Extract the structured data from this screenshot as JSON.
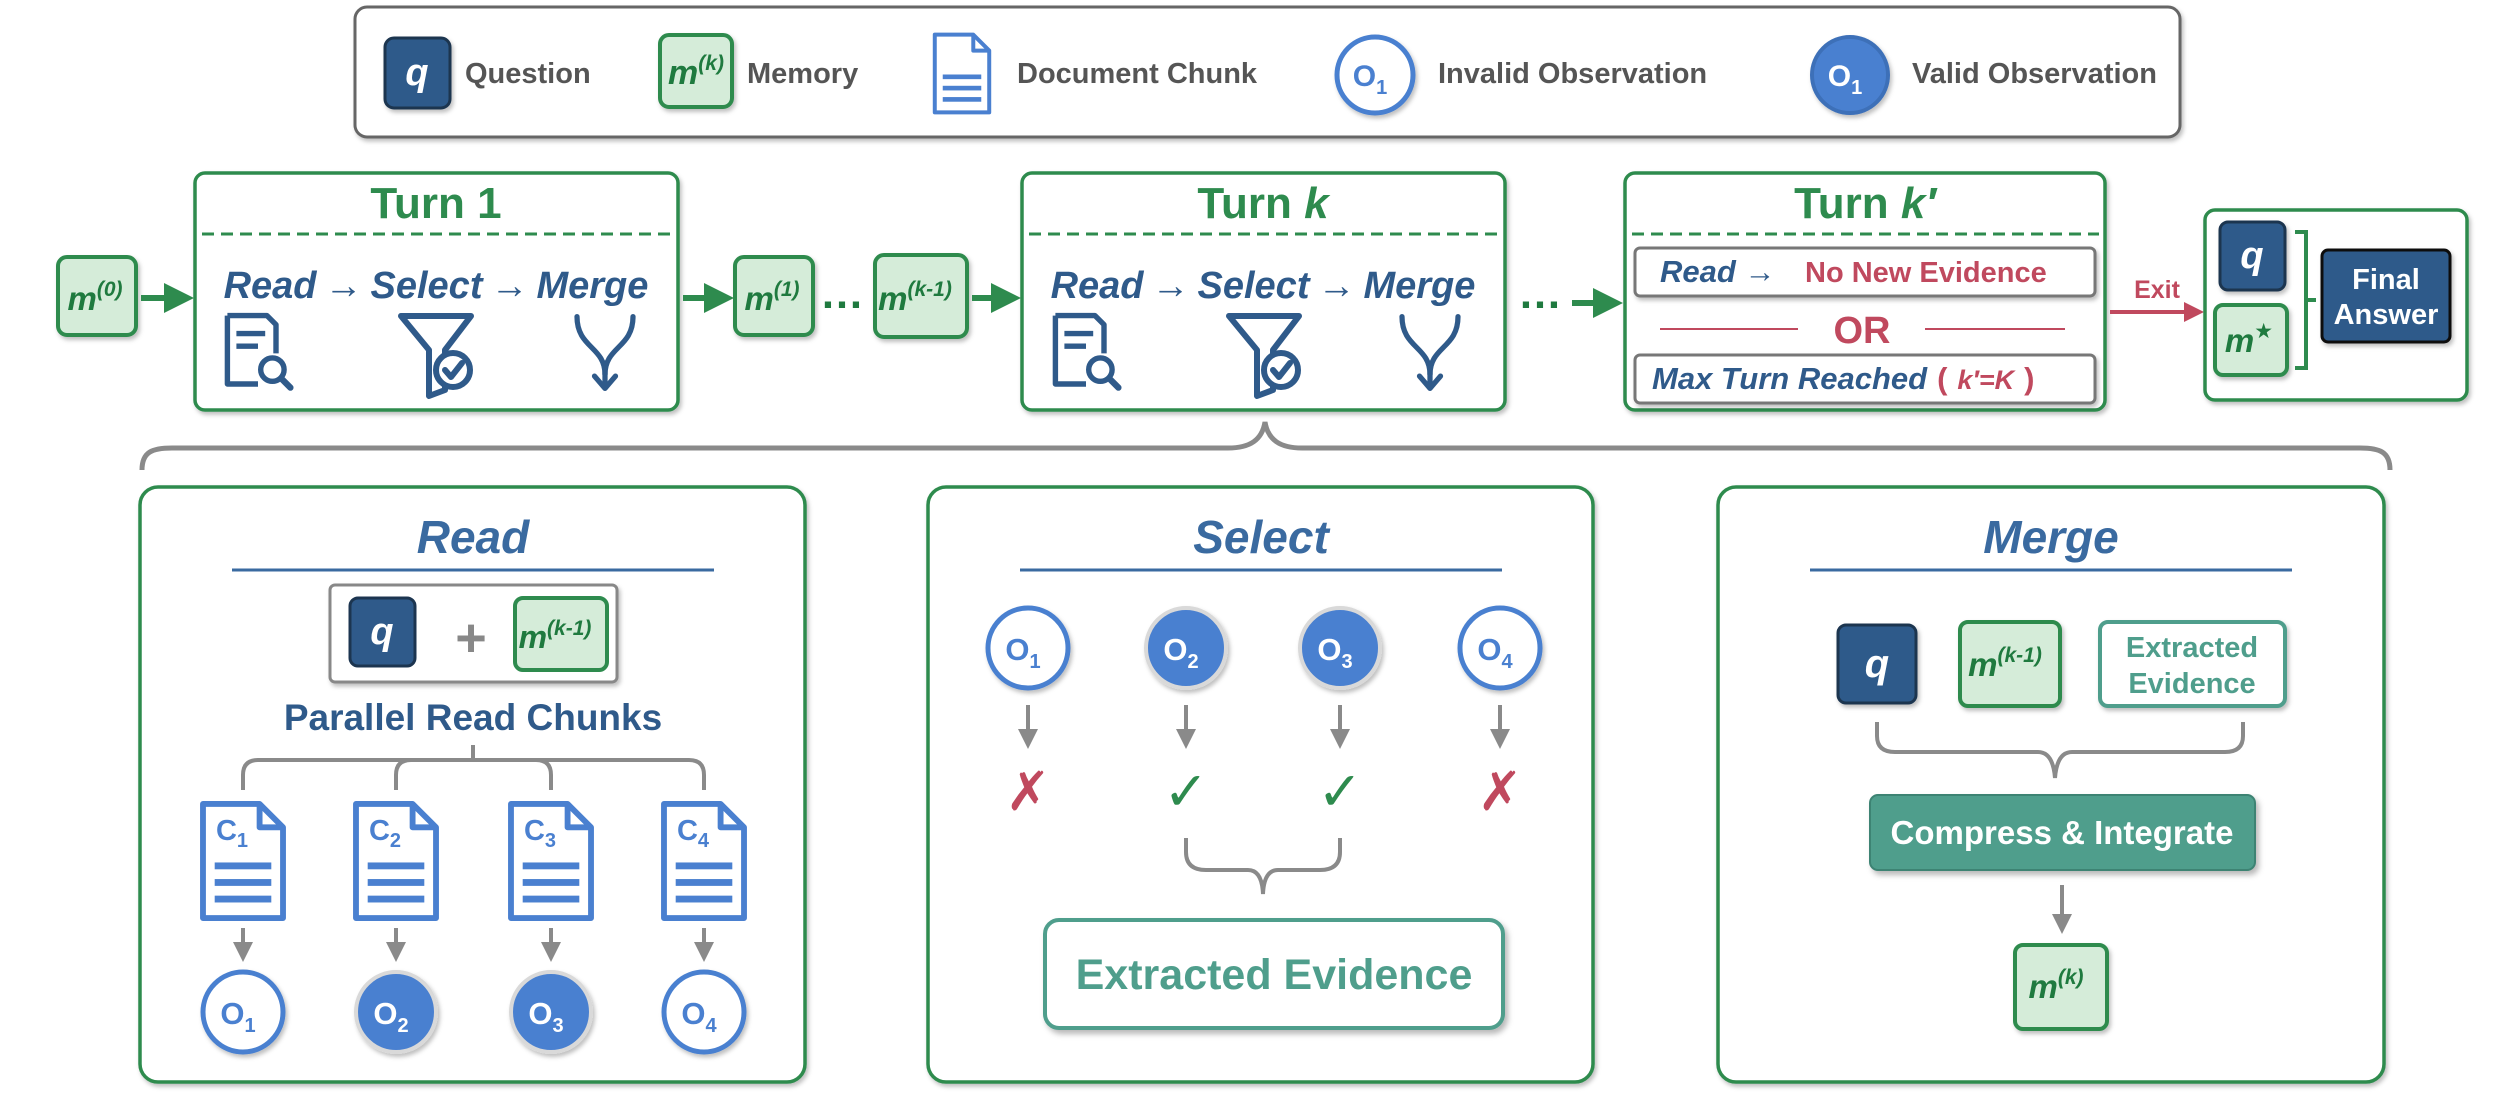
{
  "colors": {
    "green": "#2e8b4e",
    "green_fill": "#d5ecd9",
    "green_dark": "#1f7a3f",
    "navy": "#2f5a8a",
    "navy_dark": "#1c3550",
    "blue": "#4a80d0",
    "blue_light": "#eaf1fb",
    "teal": "#4f9e8c",
    "red": "#c0495e",
    "gray": "#8a8a8a"
  },
  "legend": {
    "question_symbol": "q",
    "question_label": "Question",
    "memory_symbol": "m",
    "memory_sup": "(k)",
    "memory_label": "Memory",
    "chunk_label": "Document Chunk",
    "invalid_symbol": "O",
    "invalid_sub": "1",
    "invalid_label": "Invalid Observation",
    "valid_symbol": "O",
    "valid_sub": "1",
    "valid_label": "Valid Observation"
  },
  "flow": {
    "m0": {
      "base": "m",
      "sup": "(0)"
    },
    "m1": {
      "base": "m",
      "sup": "(1)"
    },
    "mk1": {
      "base": "m",
      "sup": "(k-1)"
    },
    "dots": "…",
    "dots2": "…",
    "turn1": {
      "title": "Turn 1",
      "read": "Read",
      "select": "Select",
      "merge": "Merge",
      "arrow1": "→",
      "arrow2": "→"
    },
    "turnk": {
      "title_prefix": "Turn ",
      "title_var": "k",
      "read": "Read",
      "select": "Select",
      "merge": "Merge",
      "arrow1": "→",
      "arrow2": "→"
    },
    "turnkp": {
      "title_prefix": "Turn ",
      "title_var": "k′",
      "row1_read": "Read →",
      "row1_evidence": "No New Evidence",
      "or": "OR",
      "row2_label": "Max Turn Reached",
      "row2_paren_open": "(",
      "row2_cond": "k′=K",
      "row2_paren_close": ")"
    },
    "exit": "Exit",
    "final": {
      "q": "q",
      "m_base": "m",
      "m_sup": "★",
      "answer_line1": "Final",
      "answer_line2": "Answer"
    }
  },
  "read_panel": {
    "title": "Read",
    "q": "q",
    "plus": "+",
    "m_base": "m",
    "m_sup": "(k-1)",
    "subtitle": "Parallel Read Chunks",
    "chunks": [
      {
        "label": "C",
        "sub": "1"
      },
      {
        "label": "C",
        "sub": "2"
      },
      {
        "label": "C",
        "sub": "3"
      },
      {
        "label": "C",
        "sub": "4"
      }
    ],
    "observations": [
      {
        "label": "O",
        "sub": "1",
        "valid": false
      },
      {
        "label": "O",
        "sub": "2",
        "valid": true
      },
      {
        "label": "O",
        "sub": "3",
        "valid": true
      },
      {
        "label": "O",
        "sub": "4",
        "valid": false
      }
    ]
  },
  "select_panel": {
    "title": "Select",
    "observations": [
      {
        "label": "O",
        "sub": "1",
        "valid": false,
        "mark": "✗"
      },
      {
        "label": "O",
        "sub": "2",
        "valid": true,
        "mark": "✓"
      },
      {
        "label": "O",
        "sub": "3",
        "valid": true,
        "mark": "✓"
      },
      {
        "label": "O",
        "sub": "4",
        "valid": false,
        "mark": "✗"
      }
    ],
    "result": "Extracted Evidence"
  },
  "merge_panel": {
    "title": "Merge",
    "q": "q",
    "m_base": "m",
    "m_sup": "(k-1)",
    "evidence_line1": "Extracted",
    "evidence_line2": "Evidence",
    "action": "Compress & Integrate",
    "out_base": "m",
    "out_sup": "(k)"
  }
}
